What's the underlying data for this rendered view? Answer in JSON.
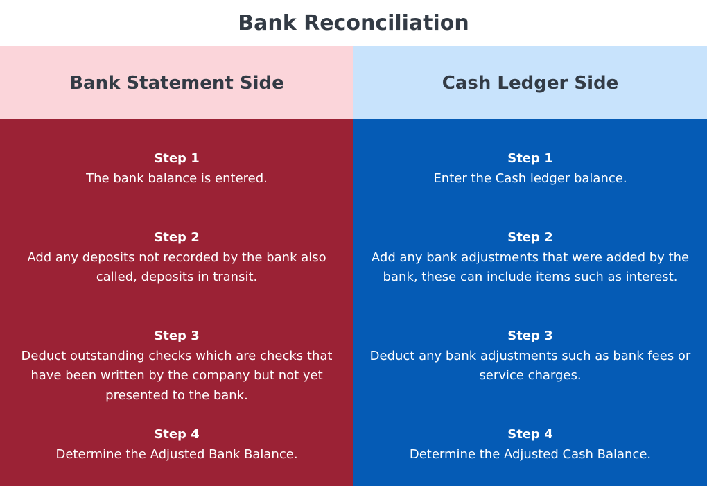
{
  "title": "Bank Reconciliation",
  "columns": [
    {
      "header": "Bank Statement Side",
      "steps": [
        {
          "label": "Step 1",
          "text": "The bank balance is entered."
        },
        {
          "label": "Step 2",
          "text": "Add any deposits not recorded by the bank also called, deposits in transit."
        },
        {
          "label": "Step 3",
          "text": "Deduct outstanding checks which are checks that have been written by the company but not yet presented to the bank."
        },
        {
          "label": "Step 4",
          "text": "Determine the Adjusted Bank Balance."
        }
      ]
    },
    {
      "header": "Cash Ledger Side",
      "steps": [
        {
          "label": "Step 1",
          "text": "Enter the Cash ledger balance."
        },
        {
          "label": "Step 2",
          "text": "Add any bank adjustments that were added by the bank, these can include items such as interest."
        },
        {
          "label": "Step 3",
          "text": "Deduct any bank adjustments such as bank fees or service charges."
        },
        {
          "label": "Step 4",
          "text": "Determine the Adjusted Cash Balance."
        }
      ]
    }
  ],
  "colors": {
    "title_text": "#333b45",
    "bank_header_bg": "#fbd5da",
    "bank_body_bg": "#9b2235",
    "cash_header_bg": "#c8e3fc",
    "cash_body_bg": "#055bb5",
    "step_text": "#ffffff"
  }
}
